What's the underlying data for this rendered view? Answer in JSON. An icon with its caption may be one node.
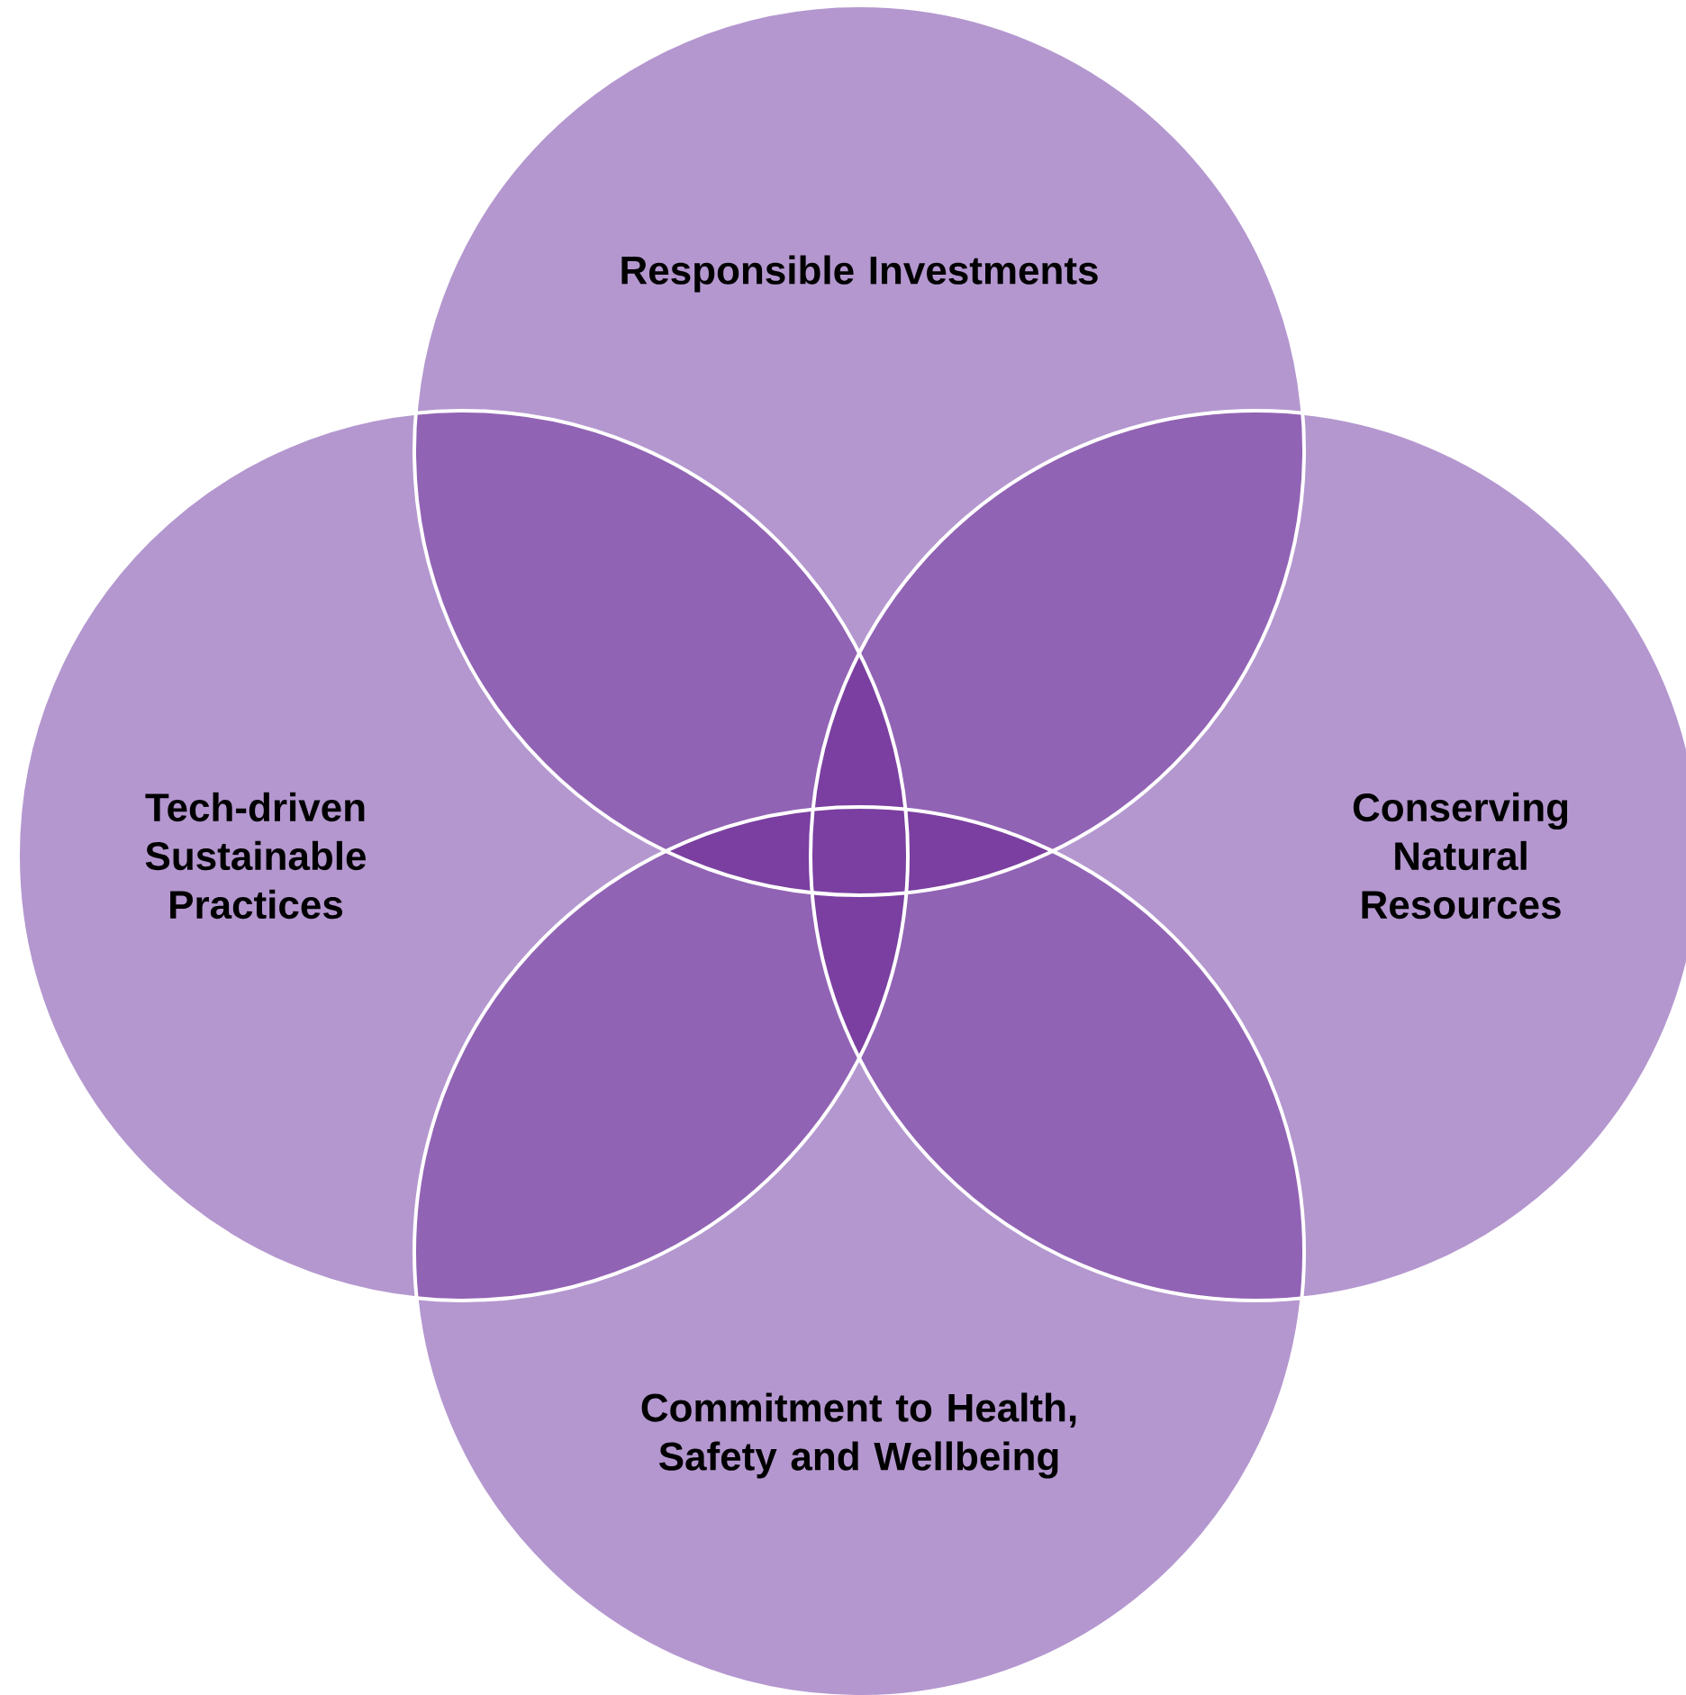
{
  "diagram": {
    "nodes": [
      {
        "text": [
          "Responsible Investments"
        ]
      },
      {
        "text": [
          "Tech-driven Sustainable Practices"
        ]
      },
      {
        "text": [
          "Conserving Natural Resources"
        ]
      },
      {
        "text": [
          "Commitment to Health, Safety and Wellbeing"
        ]
      }
    ]
  }
}
